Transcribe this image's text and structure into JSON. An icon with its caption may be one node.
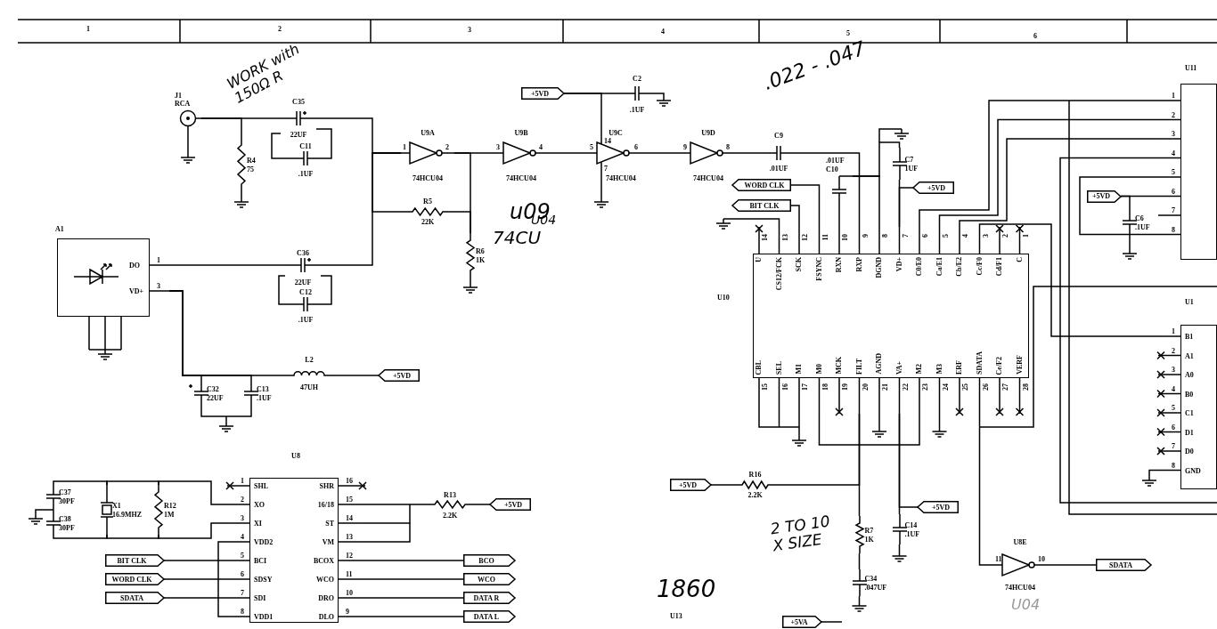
{
  "diagram": {
    "nodes": [
      {
        "text": [
          "J1",
          "RCA"
        ]
      },
      {
        "text": [
          "R4",
          "75"
        ]
      },
      {
        "text": [
          "C35",
          "22UF"
        ]
      },
      {
        "text": [
          "C11",
          ".1UF"
        ]
      },
      {
        "text": [
          "U9A",
          "74HCU04",
          "1",
          "2"
        ]
      },
      {
        "text": [
          "U9B",
          "74HCU04",
          "3",
          "4"
        ]
      },
      {
        "text": [
          "U9C",
          "74HCU04",
          "5",
          "6",
          "14",
          "7"
        ]
      },
      {
        "text": [
          "U9D",
          "74HCU04",
          "9",
          "8"
        ]
      },
      {
        "text": [
          "R5",
          "22K"
        ]
      },
      {
        "text": [
          "R6",
          "1K"
        ]
      },
      {
        "text": [
          "A1",
          "DO",
          "VD+",
          "1",
          "3"
        ]
      },
      {
        "text": [
          "C36",
          "22UF"
        ]
      },
      {
        "text": [
          "C12",
          ".1UF"
        ]
      },
      {
        "text": [
          "C32",
          "22UF"
        ]
      },
      {
        "text": [
          "C13",
          ".1UF"
        ]
      },
      {
        "text": [
          "L2",
          "47UH"
        ]
      },
      {
        "text": [
          "+5VD"
        ]
      },
      {
        "text": [
          "+5VD"
        ]
      },
      {
        "text": [
          "C2",
          ".1UF"
        ]
      },
      {
        "text": [
          "C9",
          ".01UF"
        ]
      },
      {
        "text": [
          "WORD CLK"
        ]
      },
      {
        "text": [
          "BIT CLK"
        ]
      },
      {
        "text": [
          ".01UF",
          "C10"
        ]
      },
      {
        "text": [
          "C7",
          "1UF"
        ]
      },
      {
        "text": [
          "+5VD"
        ]
      },
      {
        "text": [
          "U10",
          "U",
          "CS12/FCK",
          "SCK",
          "FSYNC",
          "RXN",
          "RXP",
          "DGND",
          "VD+",
          "C0/E0",
          "Ca/E1",
          "Cb/E2",
          "Cc/F0",
          "Cd/F1",
          "C",
          "CBL",
          "SEL",
          "M1",
          "M0",
          "MCK",
          "FILT",
          "AGND",
          "VA+",
          "M2",
          "M3",
          "ERF",
          "SDATA",
          "Ce/F2",
          "VERF",
          "14",
          "13",
          "12",
          "11",
          "10",
          "9",
          "8",
          "7",
          "6",
          "5",
          "4",
          "3",
          "2",
          "1",
          "15",
          "16",
          "17",
          "18",
          "19",
          "20",
          "21",
          "22",
          "23",
          "24",
          "25",
          "26",
          "27",
          "28"
        ]
      },
      {
        "text": [
          "U11",
          "1",
          "2",
          "3",
          "4",
          "5",
          "6",
          "7",
          "8"
        ]
      },
      {
        "text": [
          "+5VD"
        ]
      },
      {
        "text": [
          "C6",
          ".1UF"
        ]
      },
      {
        "text": [
          "U1",
          "B1",
          "A1",
          "A0",
          "B0",
          "C1",
          "D1",
          "D0",
          "GND",
          "1",
          "2",
          "3",
          "4",
          "5",
          "6",
          "7",
          "8"
        ]
      },
      {
        "text": [
          "+5VD"
        ]
      },
      {
        "text": [
          "R16",
          "2.2K"
        ]
      },
      {
        "text": [
          "R7",
          "1K"
        ]
      },
      {
        "text": [
          "C34",
          ".047UF"
        ]
      },
      {
        "text": [
          "C14",
          ".1UF"
        ]
      },
      {
        "text": [
          "+5VD"
        ]
      },
      {
        "text": [
          "U8E",
          "74HCU04",
          "11",
          "10"
        ],
        "beside": [
          "U04"
        ]
      },
      {
        "text": [
          "SDATA"
        ]
      },
      {
        "text": [
          "U8",
          "SHL",
          "XO",
          "XI",
          "VDD2",
          "BCI",
          "SDSY",
          "SDI",
          "VDD1",
          "SHR",
          "16/18",
          "ST",
          "VM",
          "BCOX",
          "WCO",
          "DRO",
          "DLO",
          "1",
          "2",
          "3",
          "4",
          "5",
          "6",
          "7",
          "8",
          "16",
          "15",
          "14",
          "13",
          "12",
          "11",
          "10",
          "9"
        ]
      },
      {
        "text": [
          "C37",
          "30PF"
        ]
      },
      {
        "text": [
          "C38",
          "30PF"
        ]
      },
      {
        "text": [
          "X1",
          "16.9MHZ"
        ]
      },
      {
        "text": [
          "R12",
          "1M"
        ]
      },
      {
        "text": [
          "BIT CLK"
        ]
      },
      {
        "text": [
          "WORD CLK"
        ]
      },
      {
        "text": [
          "SDATA"
        ]
      },
      {
        "text": [
          "R13",
          "2.2K"
        ]
      },
      {
        "text": [
          "+5VD"
        ]
      },
      {
        "text": [
          "BCO"
        ]
      },
      {
        "text": [
          "WCO"
        ]
      },
      {
        "text": [
          "DATA R"
        ]
      },
      {
        "text": [
          "DATA L"
        ]
      },
      {
        "text": [
          "+5VA"
        ]
      }
    ],
    "edges": [
      {
        "from": 0,
        "to": 1,
        "arrow": "none"
      },
      {
        "from": 0,
        "to": 2,
        "arrow": "none"
      },
      {
        "from": 2,
        "to": 3,
        "arrow": "none"
      },
      {
        "from": 2,
        "to": 4,
        "arrow": "none"
      },
      {
        "from": 3,
        "to": 2,
        "arrow": "none"
      },
      {
        "from": 4,
        "to": 5,
        "arrow": "none"
      },
      {
        "from": 5,
        "to": 6,
        "arrow": "none"
      },
      {
        "from": 6,
        "to": 7,
        "arrow": "none"
      },
      {
        "from": 4,
        "to": 8,
        "arrow": "none"
      },
      {
        "from": 8,
        "to": 9,
        "arrow": "none"
      },
      {
        "from": 4,
        "to": 9,
        "arrow": "none"
      },
      {
        "from": 10,
        "to": 11,
        "arrow": "none"
      },
      {
        "from": 11,
        "to": 4,
        "arrow": "none"
      },
      {
        "from": 11,
        "to": 12,
        "arrow": "none"
      },
      {
        "from": 12,
        "to": 11,
        "arrow": "none"
      },
      {
        "from": 10,
        "to": 13,
        "arrow": "none"
      },
      {
        "from": 10,
        "to": 14,
        "arrow": "none"
      },
      {
        "from": 10,
        "to": 15,
        "arrow": "none"
      },
      {
        "from": 13,
        "to": 14,
        "arrow": "none"
      },
      {
        "from": 15,
        "to": 16,
        "arrow": "none"
      },
      {
        "from": 17,
        "to": 18,
        "arrow": "none"
      },
      {
        "from": 17,
        "to": 6,
        "arrow": "none"
      },
      {
        "from": 7,
        "to": 19,
        "arrow": "none"
      },
      {
        "from": 19,
        "to": 25,
        "arrow": "none"
      },
      {
        "from": 20,
        "to": 25,
        "arrow": "none"
      },
      {
        "from": 21,
        "to": 25,
        "arrow": "none"
      },
      {
        "from": 22,
        "to": 25,
        "arrow": "none"
      },
      {
        "from": 22,
        "to": 23,
        "arrow": "none"
      },
      {
        "from": 22,
        "to": 25,
        "arrow": "none"
      },
      {
        "from": 23,
        "to": 25,
        "arrow": "none"
      },
      {
        "from": 24,
        "to": 25,
        "arrow": "none"
      },
      {
        "from": 25,
        "to": 26,
        "arrow": "none"
      },
      {
        "from": 25,
        "to": 26,
        "arrow": "none"
      },
      {
        "from": 25,
        "to": 26,
        "arrow": "none"
      },
      {
        "from": 25,
        "to": 29,
        "arrow": "none"
      },
      {
        "from": 27,
        "to": 26,
        "arrow": "none"
      },
      {
        "from": 27,
        "to": 28,
        "arrow": "none"
      },
      {
        "from": 30,
        "to": 31,
        "arrow": "none"
      },
      {
        "from": 31,
        "to": 25,
        "arrow": "none"
      },
      {
        "from": 25,
        "to": 32,
        "arrow": "none"
      },
      {
        "from": 32,
        "to": 33,
        "arrow": "none"
      },
      {
        "from": 34,
        "to": 25,
        "arrow": "none"
      },
      {
        "from": 35,
        "to": 25,
        "arrow": "none"
      },
      {
        "from": 25,
        "to": 36,
        "arrow": "none"
      },
      {
        "from": 36,
        "to": 37,
        "arrow": "none"
      },
      {
        "from": 39,
        "to": 41,
        "arrow": "none"
      },
      {
        "from": 41,
        "to": 42,
        "arrow": "none"
      },
      {
        "from": 42,
        "to": 38,
        "arrow": "none"
      },
      {
        "from": 40,
        "to": 41,
        "arrow": "none"
      },
      {
        "from": 41,
        "to": 42,
        "arrow": "none"
      },
      {
        "from": 42,
        "to": 38,
        "arrow": "none"
      },
      {
        "from": 39,
        "to": 40,
        "arrow": "none"
      },
      {
        "from": 43,
        "to": 38,
        "arrow": "none"
      },
      {
        "from": 44,
        "to": 38,
        "arrow": "none"
      },
      {
        "from": 45,
        "to": 38,
        "arrow": "none"
      },
      {
        "from": 38,
        "to": 46,
        "arrow": "none"
      },
      {
        "from": 46,
        "to": 47,
        "arrow": "none"
      },
      {
        "from": 38,
        "to": 48,
        "arrow": "none"
      },
      {
        "from": 38,
        "to": 49,
        "arrow": "none"
      },
      {
        "from": 38,
        "to": 50,
        "arrow": "none"
      },
      {
        "from": 38,
        "to": 51,
        "arrow": "none"
      }
    ],
    "labels": [
      "1",
      "2",
      "3",
      "4",
      "5",
      "6",
      "WORK with 150Ω R",
      ".022 - .047",
      "u09",
      "U04",
      "74CU",
      "2 TO 10 X SIZE",
      "1860",
      "U13"
    ]
  }
}
